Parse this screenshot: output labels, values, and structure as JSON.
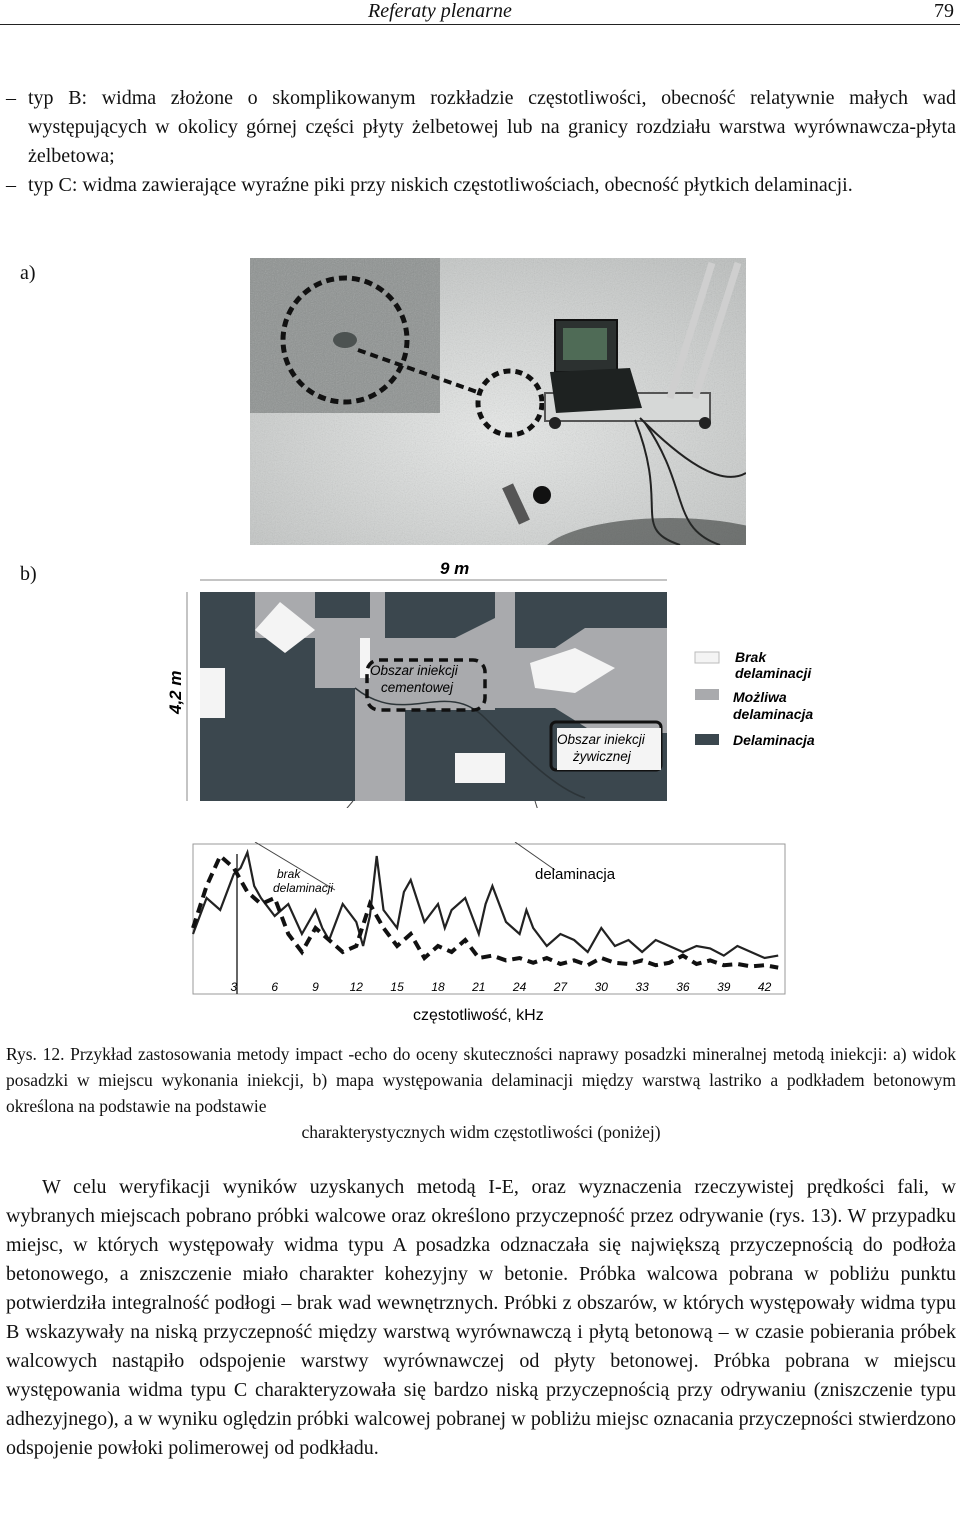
{
  "header": {
    "title": "Referaty plenarne",
    "page_number": "79"
  },
  "list_items": [
    {
      "dash": "–",
      "text": "typ B: widma złożone o skomplikowanym rozkładzie częstotliwości, obecność relatywnie małych wad występujących w okolicy górnej części płyty żelbetowej lub na granicy rozdziału warstwa wyrównawcza-płyta żelbetowa;"
    },
    {
      "dash": "–",
      "text": "typ C: widma zawierające wyraźne piki przy niskich częstotliwościach, obecność płytkich delaminacji."
    }
  ],
  "figure": {
    "label_a": "a)",
    "label_b": "b)",
    "map": {
      "width_label": "9 m",
      "height_label": "4,2 m",
      "zone_cement_line1": "Obszar iniekcji",
      "zone_cement_line2": "cementowej",
      "zone_resin_line1": "Obszar iniekcji",
      "zone_resin_line2": "żywicznej",
      "legend": [
        {
          "line1": "Brak",
          "line2": "delaminacji",
          "color": "#f4f4f4"
        },
        {
          "line1": "Możliwa",
          "line2": "delaminacja",
          "color": "#a9aaad"
        },
        {
          "line1": "Delaminacja",
          "line2": "",
          "color": "#3b474e"
        }
      ]
    },
    "spectrum": {
      "label_no_delam_line1": "brak",
      "label_no_delam_line2": "delaminacji",
      "label_delam": "delaminacja",
      "xlabel": "częstotliwość, kHz"
    }
  },
  "chart_data": {
    "type": "line",
    "xlabel": "częstotliwość, kHz",
    "ylabel": "",
    "x_ticks": [
      3,
      6,
      9,
      12,
      15,
      18,
      21,
      24,
      27,
      30,
      33,
      36,
      39,
      42
    ],
    "xlim": [
      0,
      43.5
    ],
    "series": [
      {
        "style": "solid",
        "x": [
          0,
          1,
          2,
          3,
          3.5,
          4,
          4.5,
          5,
          6,
          7,
          8,
          9,
          9.5,
          10,
          11,
          12,
          12.5,
          13,
          13.5,
          14,
          15,
          15.5,
          16,
          17,
          18,
          18.5,
          19,
          20,
          21,
          21.5,
          22,
          23,
          24,
          24.5,
          25,
          26,
          27,
          28,
          29,
          30,
          31,
          32,
          33,
          34,
          35,
          36,
          37,
          38,
          39,
          40,
          41,
          42,
          43
        ],
        "y": [
          0.3,
          0.6,
          0.5,
          0.8,
          0.85,
          0.98,
          0.7,
          0.6,
          0.45,
          0.55,
          0.3,
          0.5,
          0.35,
          0.25,
          0.55,
          0.4,
          0.2,
          0.45,
          0.95,
          0.5,
          0.35,
          0.65,
          0.75,
          0.4,
          0.55,
          0.35,
          0.5,
          0.6,
          0.3,
          0.55,
          0.7,
          0.4,
          0.3,
          0.5,
          0.35,
          0.2,
          0.3,
          0.25,
          0.15,
          0.35,
          0.2,
          0.25,
          0.15,
          0.25,
          0.2,
          0.15,
          0.2,
          0.18,
          0.12,
          0.2,
          0.15,
          0.1,
          0.12
        ]
      },
      {
        "style": "dashed",
        "x": [
          0,
          1,
          2,
          3,
          4,
          5,
          6,
          7,
          8,
          9,
          10,
          11,
          12,
          13,
          14,
          15,
          16,
          17,
          18,
          19,
          20,
          21,
          22,
          23,
          24,
          25,
          26,
          27,
          28,
          29,
          30,
          31,
          32,
          33,
          34,
          35,
          36,
          37,
          38,
          39,
          40,
          41,
          42,
          43
        ],
        "y": [
          0.35,
          0.7,
          0.95,
          0.85,
          0.65,
          0.55,
          0.6,
          0.3,
          0.15,
          0.35,
          0.25,
          0.15,
          0.2,
          0.55,
          0.35,
          0.2,
          0.3,
          0.1,
          0.2,
          0.15,
          0.25,
          0.1,
          0.12,
          0.08,
          0.1,
          0.06,
          0.1,
          0.05,
          0.08,
          0.04,
          0.1,
          0.06,
          0.05,
          0.08,
          0.04,
          0.06,
          0.12,
          0.05,
          0.08,
          0.04,
          0.05,
          0.03,
          0.04,
          0.02
        ]
      }
    ]
  },
  "caption": {
    "main": "Rys. 12. Przykład zastosowania metody impact -echo do oceny skuteczności naprawy posadzki mineralnej metodą iniekcji: a) widok posadzki w miejscu wykonania iniekcji, b) mapa występowania delaminacji między warstwą lastriko a podkładem betonowym określona na podstawie na podstawie",
    "last_line": "charakterystycznych widm częstotliwości (poniżej)"
  },
  "body_paragraph": "W celu weryfikacji wyników uzyskanych metodą I-E, oraz wyznaczenia rzeczywistej prędkości fali, w wybranych miejscach pobrano próbki walcowe oraz określono przyczepność przez odrywanie (rys. 13). W przypadku miejsc, w których występowały widma typu A posadzka odznaczała się największą przyczepnością do podłoża betonowego, a zniszczenie miało charakter kohezyjny w betonie. Próbka walcowa pobrana w pobliżu punktu potwierdziła integralność podłogi – brak wad wewnętrznych. Próbki z obszarów, w których występowały widma typu B wskazywały na niską przyczepność między warstwą wyrównawczą i płytą betonową – w czasie pobierania próbek walcowych nastąpiło odspojenie warstwy wyrównawczej od płyty betonowej. Próbka pobrana w miejscu występowania widma typu C charakteryzowała się bardzo niską przyczepnością przy odrywaniu (zniszczenie typu adhezyjnego), a w wyniku oględzin próbki walcowej pobranej w pobliżu miejsc oznacania przyczepności stwierdzono odspojenie powłoki polimerowej od podkładu."
}
